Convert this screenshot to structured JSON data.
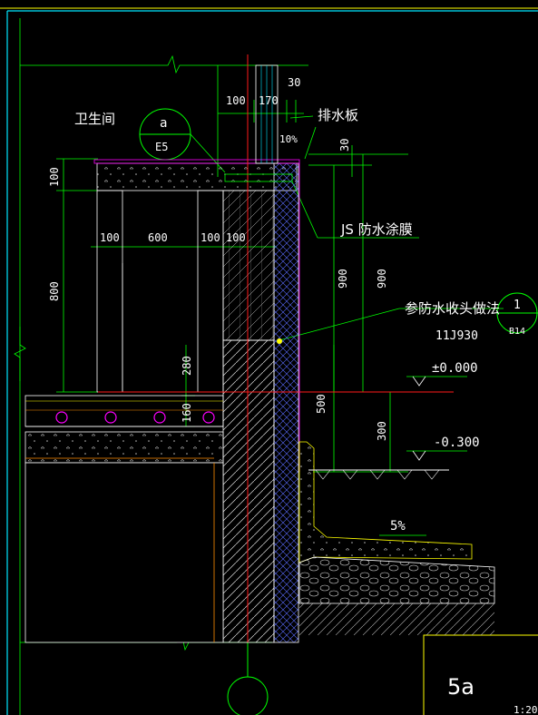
{
  "labels": {
    "bathroom": "卫生间",
    "drain_board": "排水板",
    "js_membrane": "JS 防水涂膜",
    "ref_waterproof_end": "参防水收头做法",
    "ref_atlas": "11J930",
    "callout_a_top": "a",
    "callout_a_bottom": "E5",
    "callout_1_top": "1",
    "callout_1_bottom": "B14",
    "slope_small": "10%",
    "slope_ground": "5%",
    "elev_zero": "±0.000",
    "elev_minus": "-0.300",
    "detail_no": "5a",
    "scale": "1:20"
  },
  "dims": {
    "d100_top": "100",
    "d170": "170",
    "d30_top": "30",
    "d30_right": "30",
    "d100_left": "100",
    "d800": "800",
    "d100_a": "100",
    "d600": "600",
    "d100_b": "100",
    "d100_c": "100",
    "d280": "280",
    "d160": "160",
    "d900_a": "900",
    "d900_b": "900",
    "d500": "500",
    "d300": "300"
  },
  "colors": {
    "frame": "#00e5ff",
    "dim": "#00ff00",
    "text": "#ffffff",
    "red": "#ff1a1a",
    "magenta": "#ff00ff",
    "yellow": "#ffff00",
    "orange": "#ff8c00",
    "blue": "#5a6cff"
  }
}
